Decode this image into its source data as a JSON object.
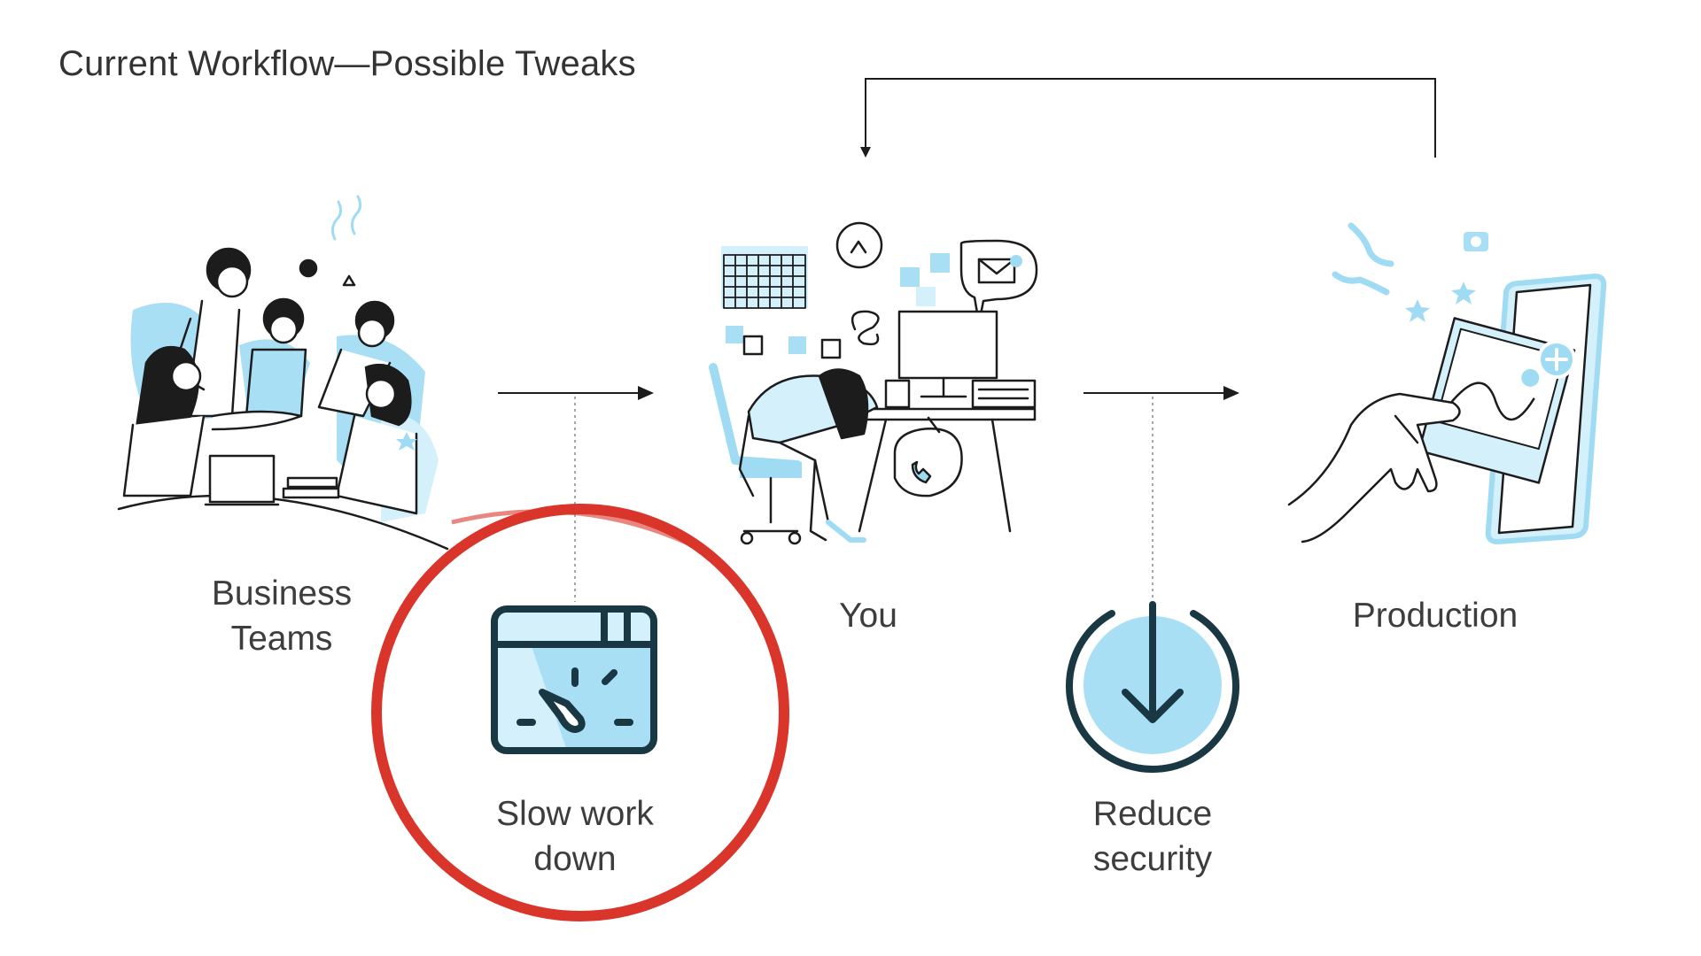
{
  "slide": {
    "title": "Current Workflow—Possible Tweaks"
  },
  "nodes": {
    "business_teams": {
      "line1": "Business",
      "line2": "Teams"
    },
    "you": {
      "label": "You"
    },
    "production": {
      "label": "Production"
    }
  },
  "tweaks": {
    "slow_work_down": {
      "line1": "Slow work",
      "line2": "down",
      "highlighted": true
    },
    "reduce_security": {
      "line1": "Reduce",
      "line2": "security"
    }
  },
  "colors": {
    "accent_blue": "#9fdbf3",
    "light_blue": "#d3f0fb",
    "highlight_red": "#d9352a",
    "ink": "#1c1c1c",
    "dark_icon": "#193843"
  },
  "icons": [
    "team-illustration",
    "overworked-person-illustration",
    "phone-hand-illustration",
    "speedometer-icon",
    "download-arrow-icon"
  ]
}
